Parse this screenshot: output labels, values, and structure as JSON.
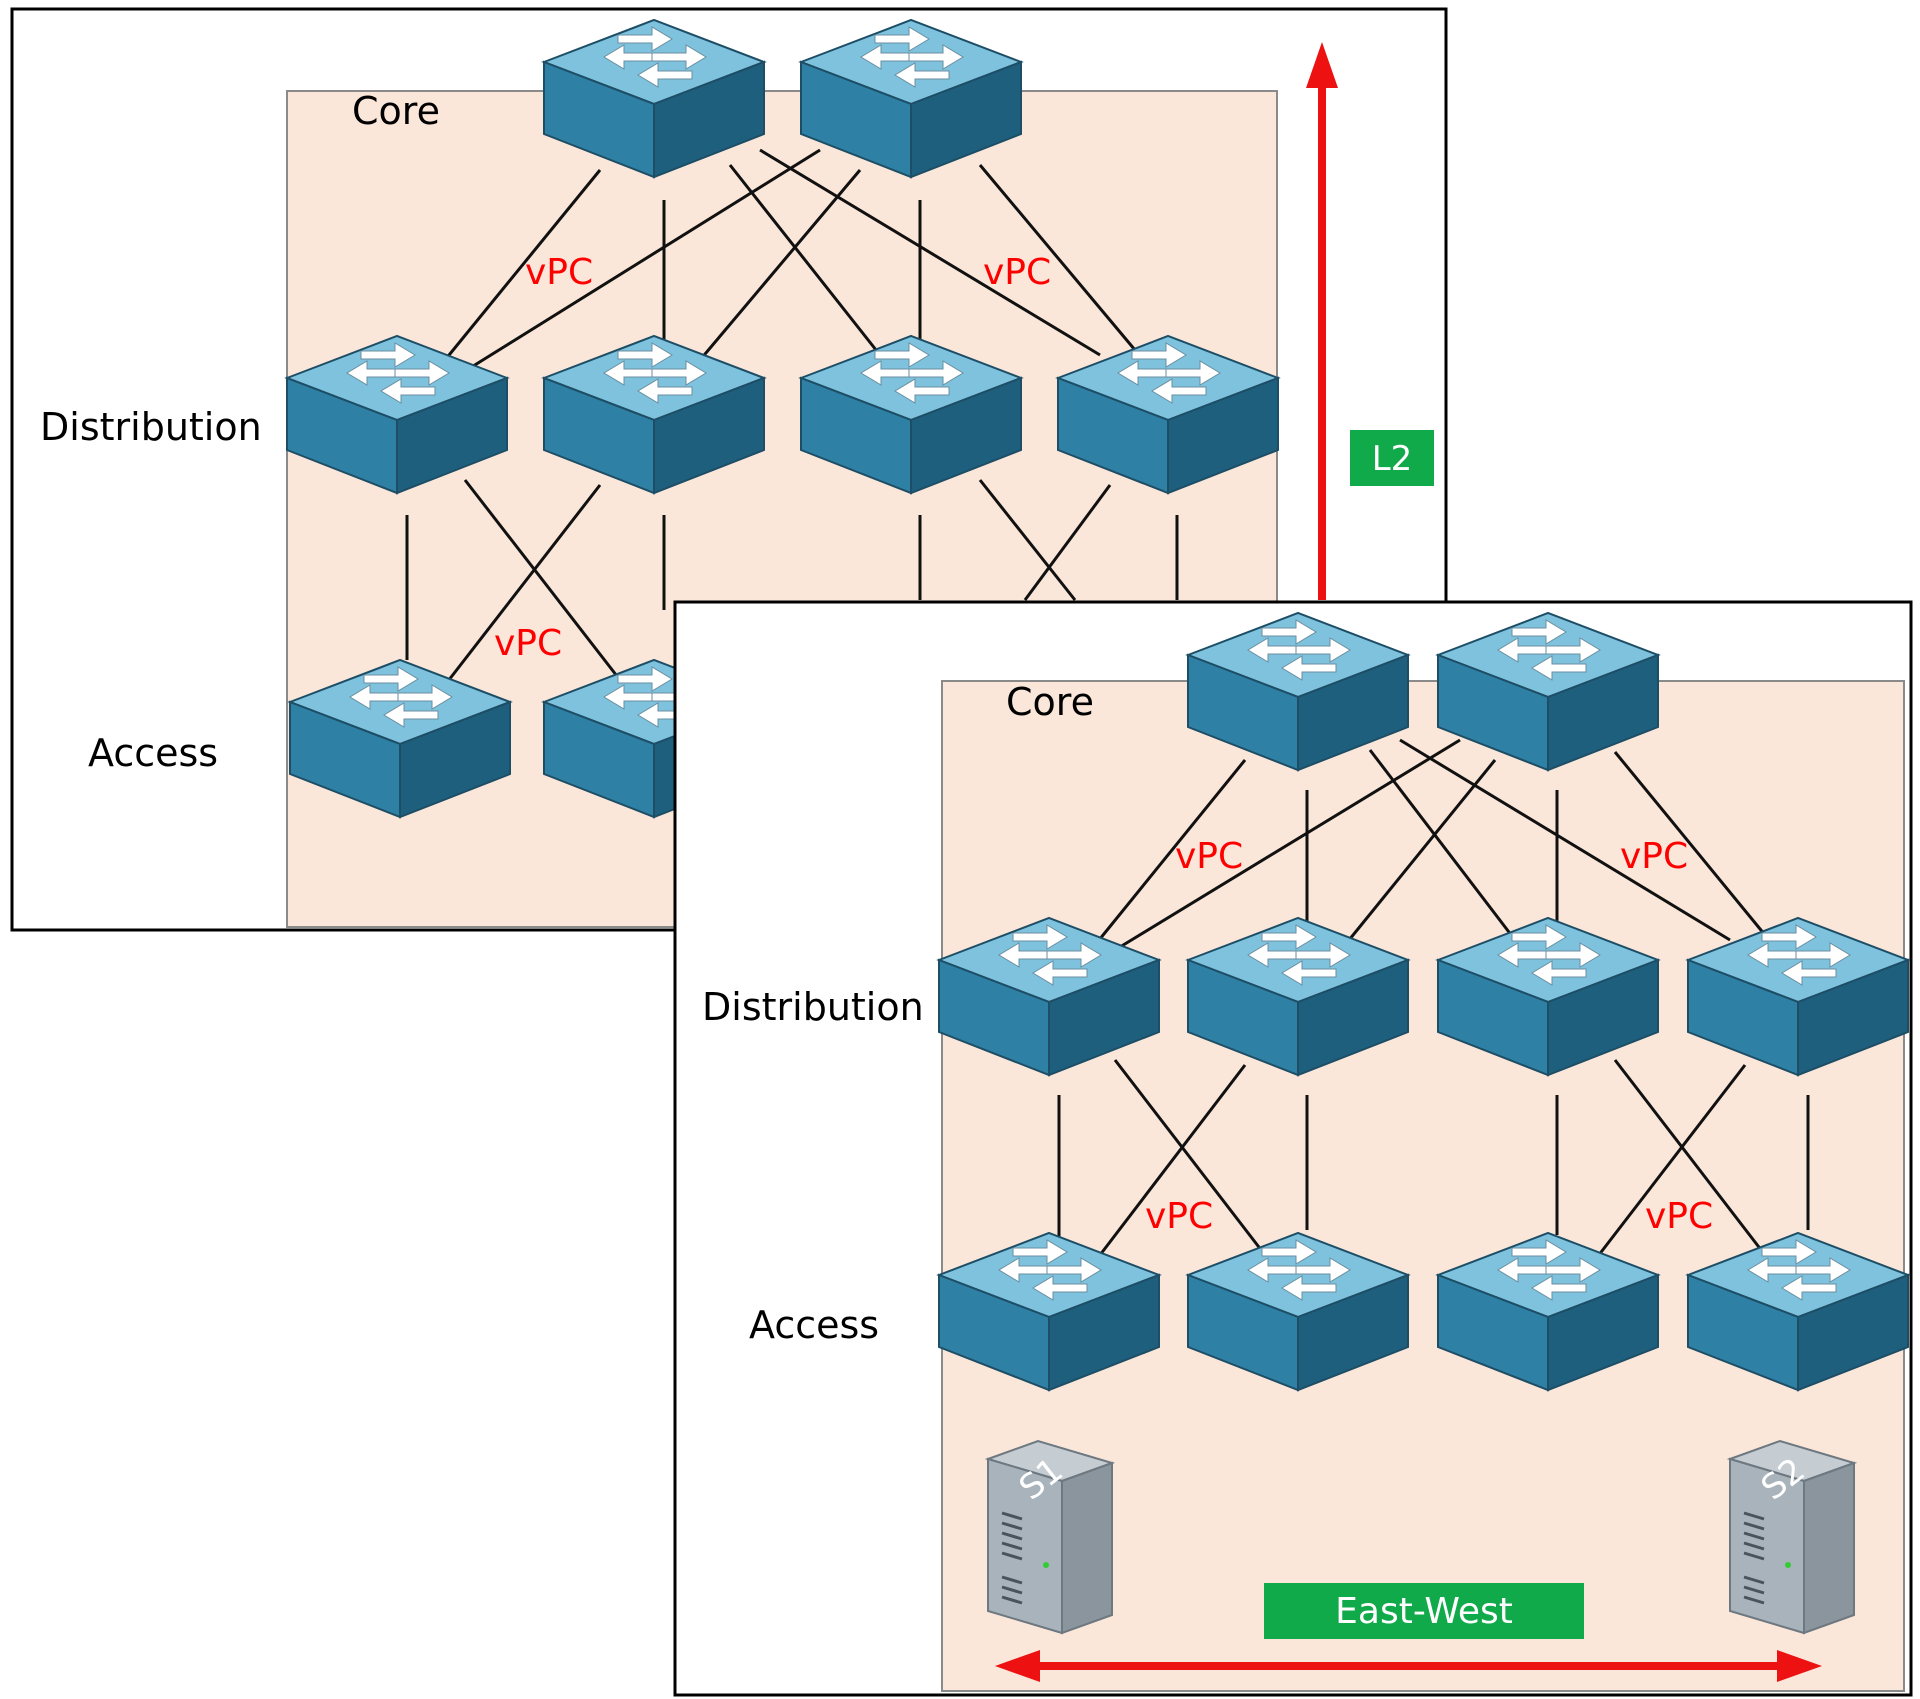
{
  "colors": {
    "zone_fill": "#fbe7da",
    "zone_border": "#8a8a8a",
    "link": "#111111",
    "arrow": "#ee1111",
    "vpc_text": "#ff0000",
    "badge_fill": "#11aa4a",
    "switch_top": "#7fc3de",
    "switch_front": "#2f7fa3",
    "switch_side": "#1f5f7e",
    "server_body": "#a9b3bb"
  },
  "icons": {
    "switch": "multilayer-switch-icon",
    "server": "server-icon"
  },
  "back_diagram": {
    "zone_label": "Core",
    "tiers": [
      "Distribution",
      "Access"
    ],
    "vpc_labels": [
      "vPC",
      "vPC",
      "vPC"
    ],
    "l2_badge": "L2"
  },
  "front_diagram": {
    "zone_label": "Core",
    "tiers": [
      "Distribution",
      "Access"
    ],
    "vpc_labels": [
      "vPC",
      "vPC",
      "vPC",
      "vPC"
    ],
    "servers": [
      "S1",
      "S2"
    ],
    "east_west_badge": "East-West"
  }
}
